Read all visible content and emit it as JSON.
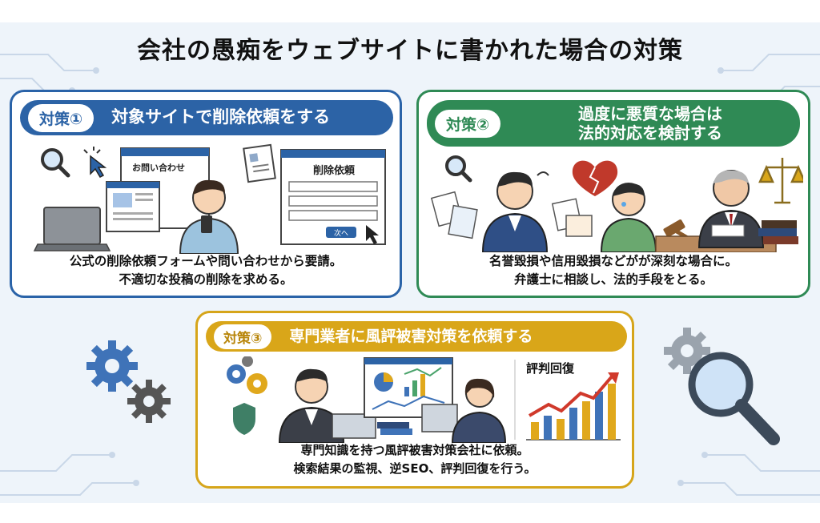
{
  "title": "会社の愚痴をウェブサイトに書かれた場合の対策",
  "panels": [
    {
      "badge": "対策①",
      "heading": "対象サイトで削除依頼をする",
      "desc_line1": "公式の削除依頼フォームや問い合わせから要請。",
      "desc_line2": "不適切な投稿の削除を求める。",
      "contact_form_label": "お問い合わせ",
      "delete_form_label": "削除依頼",
      "next_button_label": "次へ",
      "color": "#2c63a6"
    },
    {
      "badge": "対策②",
      "heading_line1": "過度に悪質な場合は",
      "heading_line2": "法的対応を検討する",
      "desc_line1": "名誉毀損や信用毀損などがが深刻な場合に。",
      "desc_line2": "弁護士に相談し、法的手段をとる。",
      "color": "#2f8a55"
    },
    {
      "badge": "対策③",
      "heading": "専門業者に風評被害対策を依頼する",
      "desc_line1": "専門知識を持つ風評被害対策会社に依頼。",
      "desc_line2": "検索結果の監視、逆SEO、評判回復を行う。",
      "chart_label": "評判回復",
      "color": "#d9a619"
    }
  ]
}
